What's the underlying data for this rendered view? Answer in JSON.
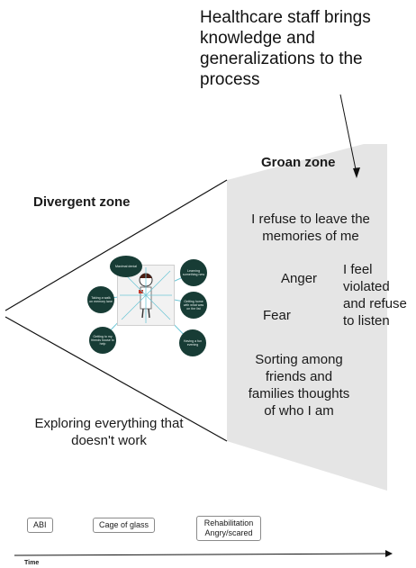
{
  "top_note": "Healthcare staff brings knowledge and generalizations to the process",
  "groan_zone_label": "Groan zone",
  "divergent_zone_label": "Divergent zone",
  "groan_items": {
    "refuse": "I refuse to leave the memories of me",
    "anger": "Anger",
    "violated": "I feel violated and refuse to listen",
    "fear": "Fear",
    "sorting": "Sorting among friends and families thoughts of who I am"
  },
  "exploring": "Exploring everything that doesn't work",
  "circles": [
    {
      "text": "Maximal denial"
    },
    {
      "text": "Learning something new"
    },
    {
      "text": "Taking a walk on memory lane"
    },
    {
      "text": "Getting home with what was on the list"
    },
    {
      "text": "Getting to my friends house to help"
    },
    {
      "text": "Having a fun evening"
    }
  ],
  "timeline": {
    "items": [
      "ABI",
      "Cage of glass",
      "Rehabilitation Angry/scared"
    ],
    "axis_label": "Time"
  },
  "colors": {
    "groan_fill": "#e5e5e5",
    "circle_fill": "#173c35"
  }
}
